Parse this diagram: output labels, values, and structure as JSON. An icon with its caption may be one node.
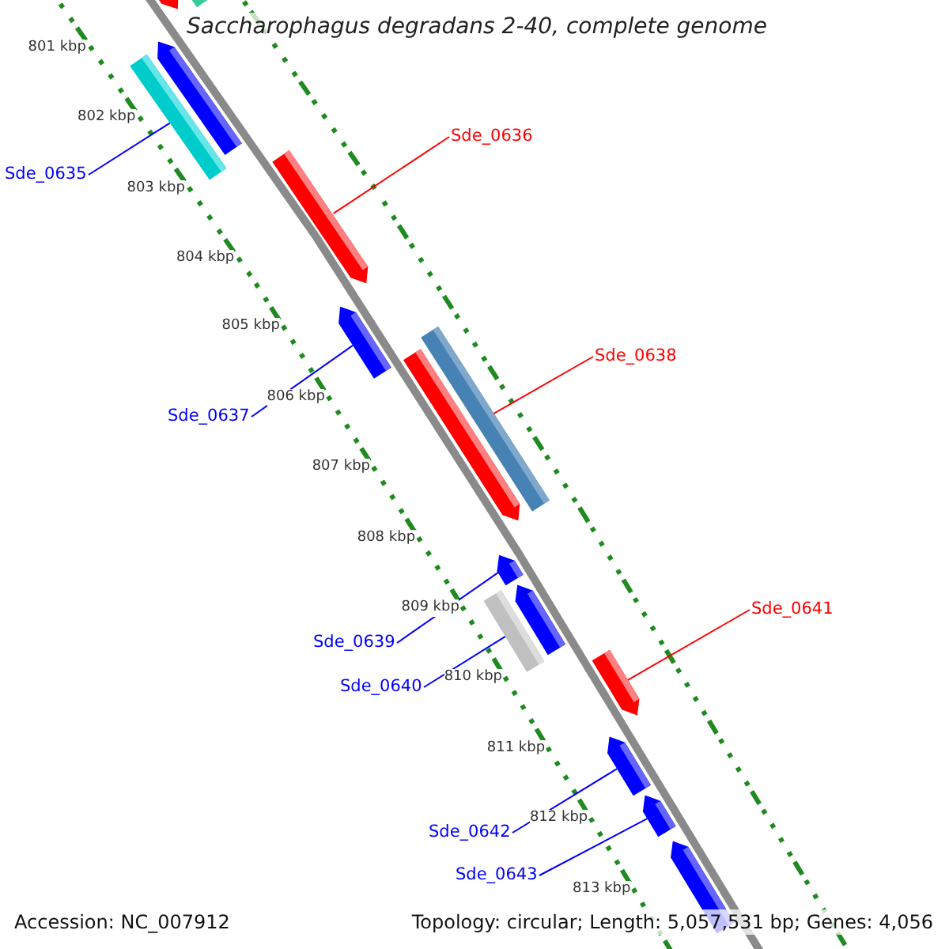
{
  "diagram": {
    "title": "Saccharophagus degradans 2-40, complete genome",
    "nodes": [
      {
        "text": [],
        "shape": "bar"
      },
      {
        "text": [],
        "shape": "bar"
      },
      {
        "text": [],
        "shape": "bar"
      },
      {
        "text": [],
        "shape": "bar"
      },
      {
        "text": [],
        "shape": "bar"
      },
      {
        "text": [],
        "shape": "bar"
      },
      {
        "text": [],
        "shape": "bar"
      },
      {
        "text": [],
        "shape": "bar"
      },
      {
        "text": [],
        "shape": "bar"
      },
      {
        "text": [],
        "shape": "bar"
      },
      {
        "text": [],
        "shape": "bar"
      },
      {
        "text": [],
        "shape": "bar"
      },
      {
        "text": [],
        "shape": "bar"
      },
      {
        "text": [],
        "shape": "bar"
      },
      {
        "text": [],
        "shape": "bar"
      },
      {
        "text": [
          "Sde_0635"
        ]
      },
      {
        "text": [
          "Sde_0636"
        ]
      },
      {
        "text": [
          "Sde_0637"
        ]
      },
      {
        "text": [
          "Sde_0638"
        ]
      },
      {
        "text": [
          "Sde_0639"
        ]
      },
      {
        "text": [
          "Sde_0640"
        ]
      },
      {
        "text": [
          "Sde_0641"
        ]
      },
      {
        "text": [
          "Sde_0642"
        ]
      },
      {
        "text": [
          "Sde_0643"
        ]
      }
    ],
    "edges": [
      {
        "from": 15,
        "to": 3,
        "arrow": "none"
      },
      {
        "from": 16,
        "to": 4,
        "arrow": "none",
        "color": "#ff0000"
      },
      {
        "from": 17,
        "to": 5,
        "arrow": "none"
      },
      {
        "from": 18,
        "to": 6,
        "arrow": "none",
        "color": "#ff0000"
      },
      {
        "from": 19,
        "to": 8,
        "arrow": "none"
      },
      {
        "from": 20,
        "to": 9,
        "arrow": "none"
      },
      {
        "from": 21,
        "to": 11,
        "arrow": "none",
        "color": "#ff0000"
      },
      {
        "from": 22,
        "to": 12,
        "arrow": "none"
      },
      {
        "from": 23,
        "to": 13,
        "arrow": "none"
      }
    ],
    "labels": [
      "801 kbp",
      "802 kbp",
      "803 kbp",
      "804 kbp",
      "805 kbp",
      "806 kbp",
      "807 kbp",
      "808 kbp",
      "809 kbp",
      "810 kbp",
      "811 kbp",
      "812 kbp",
      "813 kbp",
      "Accession: NC_007912",
      "Topology: circular; Length: 5,057,531 bp; Genes: 4,056"
    ]
  }
}
